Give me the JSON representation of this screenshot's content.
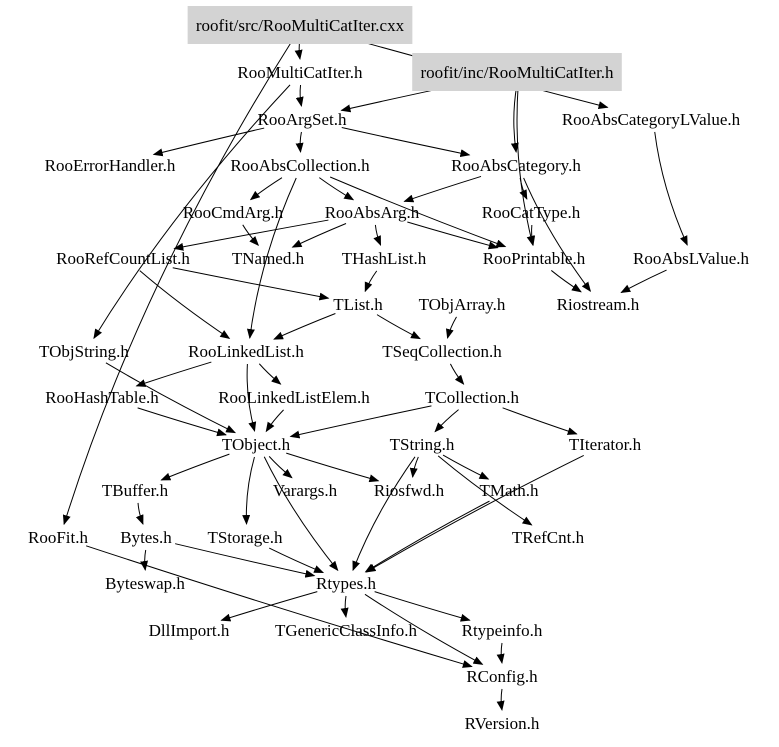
{
  "diagram": {
    "title": "Include dependency graph for RooMultiCatIter.cxx",
    "highlight_color": "#d3d3d3",
    "nodes": [
      {
        "id": "src",
        "label": "roofit/src/RooMultiCatIter.cxx",
        "highlighted": true
      },
      {
        "id": "MultiCatIter",
        "label": "RooMultiCatIter.h"
      },
      {
        "id": "inc",
        "label": "roofit/inc/RooMultiCatIter.h",
        "highlighted": true
      },
      {
        "id": "AbsCategoryLValue",
        "label": "RooAbsCategoryLValue.h"
      },
      {
        "id": "ArgSet",
        "label": "RooArgSet.h"
      },
      {
        "id": "ErrorHandler",
        "label": "RooErrorHandler.h"
      },
      {
        "id": "AbsCollection",
        "label": "RooAbsCollection.h"
      },
      {
        "id": "AbsCategory",
        "label": "RooAbsCategory.h"
      },
      {
        "id": "CmdArg",
        "label": "RooCmdArg.h"
      },
      {
        "id": "AbsArg",
        "label": "RooAbsArg.h"
      },
      {
        "id": "CatType",
        "label": "RooCatType.h"
      },
      {
        "id": "RefCountList",
        "label": "RooRefCountList.h"
      },
      {
        "id": "TNamed",
        "label": "TNamed.h"
      },
      {
        "id": "THashList",
        "label": "THashList.h"
      },
      {
        "id": "Printable",
        "label": "RooPrintable.h"
      },
      {
        "id": "AbsLValue",
        "label": "RooAbsLValue.h"
      },
      {
        "id": "TList",
        "label": "TList.h"
      },
      {
        "id": "TObjArray",
        "label": "TObjArray.h"
      },
      {
        "id": "Riostream",
        "label": "Riostream.h"
      },
      {
        "id": "TObjString",
        "label": "TObjString.h"
      },
      {
        "id": "LinkedList",
        "label": "RooLinkedList.h"
      },
      {
        "id": "TSeqCollection",
        "label": "TSeqCollection.h"
      },
      {
        "id": "HashTable",
        "label": "RooHashTable.h"
      },
      {
        "id": "LinkedListElem",
        "label": "RooLinkedListElem.h"
      },
      {
        "id": "TCollection",
        "label": "TCollection.h"
      },
      {
        "id": "TObject",
        "label": "TObject.h"
      },
      {
        "id": "TString",
        "label": "TString.h"
      },
      {
        "id": "TIterator",
        "label": "TIterator.h"
      },
      {
        "id": "TBuffer",
        "label": "TBuffer.h"
      },
      {
        "id": "Varargs",
        "label": "Varargs.h"
      },
      {
        "id": "Riosfwd",
        "label": "Riosfwd.h"
      },
      {
        "id": "TMath",
        "label": "TMath.h"
      },
      {
        "id": "RooFit",
        "label": "RooFit.h"
      },
      {
        "id": "Bytes",
        "label": "Bytes.h"
      },
      {
        "id": "TStorage",
        "label": "TStorage.h"
      },
      {
        "id": "TRefCnt",
        "label": "TRefCnt.h"
      },
      {
        "id": "Byteswap",
        "label": "Byteswap.h"
      },
      {
        "id": "Rtypes",
        "label": "Rtypes.h"
      },
      {
        "id": "DllImport",
        "label": "DllImport.h"
      },
      {
        "id": "TGenericClassInfo",
        "label": "TGenericClassInfo.h"
      },
      {
        "id": "Rtypeinfo",
        "label": "Rtypeinfo.h"
      },
      {
        "id": "RConfig",
        "label": "RConfig.h"
      },
      {
        "id": "RVersion",
        "label": "RVersion.h"
      }
    ],
    "edges": [
      [
        "src",
        "MultiCatIter"
      ],
      [
        "src",
        "AbsCategoryLValue"
      ],
      [
        "src",
        "RooFit"
      ],
      [
        "MultiCatIter",
        "ArgSet"
      ],
      [
        "MultiCatIter",
        "TObjString"
      ],
      [
        "inc",
        "ArgSet"
      ],
      [
        "inc",
        "AbsCategory"
      ],
      [
        "inc",
        "Printable"
      ],
      [
        "ArgSet",
        "AbsCollection"
      ],
      [
        "ArgSet",
        "ErrorHandler"
      ],
      [
        "ArgSet",
        "AbsCategory"
      ],
      [
        "AbsCollection",
        "CmdArg"
      ],
      [
        "AbsCollection",
        "AbsArg"
      ],
      [
        "AbsCollection",
        "Printable"
      ],
      [
        "AbsCollection",
        "LinkedList"
      ],
      [
        "AbsCategory",
        "CatType"
      ],
      [
        "AbsCategory",
        "Riostream"
      ],
      [
        "AbsCategory",
        "AbsArg"
      ],
      [
        "AbsCategoryLValue",
        "AbsLValue"
      ],
      [
        "AbsArg",
        "RefCountList"
      ],
      [
        "AbsArg",
        "TNamed"
      ],
      [
        "AbsArg",
        "THashList"
      ],
      [
        "AbsArg",
        "Printable"
      ],
      [
        "CmdArg",
        "TNamed"
      ],
      [
        "CatType",
        "Printable"
      ],
      [
        "THashList",
        "TList"
      ],
      [
        "RefCountList",
        "LinkedList"
      ],
      [
        "RefCountList",
        "TList"
      ],
      [
        "Printable",
        "Riostream"
      ],
      [
        "AbsLValue",
        "Riostream"
      ],
      [
        "TList",
        "TSeqCollection"
      ],
      [
        "TList",
        "LinkedList"
      ],
      [
        "TObjArray",
        "TSeqCollection"
      ],
      [
        "TSeqCollection",
        "TCollection"
      ],
      [
        "LinkedList",
        "TObject"
      ],
      [
        "LinkedList",
        "LinkedListElem"
      ],
      [
        "LinkedList",
        "HashTable"
      ],
      [
        "HashTable",
        "TObject"
      ],
      [
        "LinkedListElem",
        "TObject"
      ],
      [
        "TCollection",
        "TObject"
      ],
      [
        "TCollection",
        "TString"
      ],
      [
        "TCollection",
        "TIterator"
      ],
      [
        "TObjString",
        "TObject"
      ],
      [
        "TObject",
        "TBuffer"
      ],
      [
        "TObject",
        "Varargs"
      ],
      [
        "TObject",
        "Riosfwd"
      ],
      [
        "TObject",
        "TStorage"
      ],
      [
        "TObject",
        "Rtypes"
      ],
      [
        "TString",
        "Riosfwd"
      ],
      [
        "TString",
        "TMath"
      ],
      [
        "TString",
        "TRefCnt"
      ],
      [
        "TString",
        "Rtypes"
      ],
      [
        "TBuffer",
        "Bytes"
      ],
      [
        "Bytes",
        "Byteswap"
      ],
      [
        "Bytes",
        "Rtypes"
      ],
      [
        "TStorage",
        "Rtypes"
      ],
      [
        "TMath",
        "Rtypes"
      ],
      [
        "TIterator",
        "Rtypes"
      ],
      [
        "RooFit",
        "RConfig"
      ],
      [
        "Rtypes",
        "DllImport"
      ],
      [
        "Rtypes",
        "TGenericClassInfo"
      ],
      [
        "Rtypes",
        "Rtypeinfo"
      ],
      [
        "Rtypes",
        "RConfig"
      ],
      [
        "Rtypeinfo",
        "RConfig"
      ],
      [
        "RConfig",
        "RVersion"
      ]
    ]
  }
}
